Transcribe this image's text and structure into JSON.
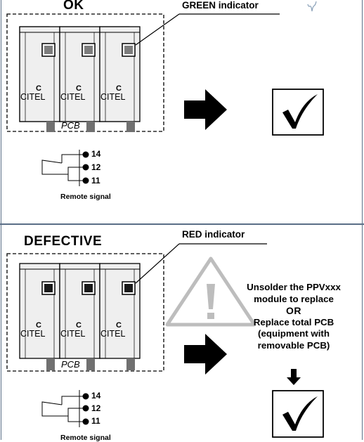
{
  "ok_panel": {
    "title": "OK",
    "indicator_label": "GREEN indicator",
    "pcb_label": "PCB",
    "remote_signal_label": "Remote signal",
    "pins": [
      "14",
      "12",
      "11"
    ]
  },
  "defective_panel": {
    "title": "DEFECTIVE",
    "indicator_label": "RED indicator",
    "pcb_label": "PCB",
    "remote_signal_label": "Remote signal",
    "pins": [
      "14",
      "12",
      "11"
    ],
    "instructions": {
      "line1": "Unsolder the PPVxxx",
      "line2": "module to replace",
      "or": "OR",
      "line3": "Replace total PCB",
      "line4": "(equipment with",
      "line5": "removable PCB)"
    }
  },
  "module_brand": "CITEL",
  "module_brand_mark": "C",
  "colors": {
    "border": "#5a6e86",
    "warning": "#bdbdbd",
    "module_fill": "#efefef"
  },
  "icons": [
    "right-arrow-icon",
    "checkmark-icon",
    "warning-triangle-icon",
    "down-arrow-icon"
  ]
}
